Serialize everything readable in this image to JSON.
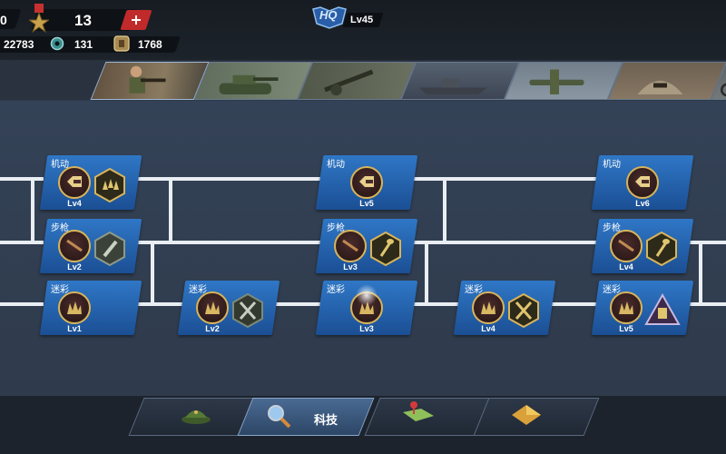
{
  "hud": {
    "left_edge_value": "0",
    "medal_value": "13",
    "resource_1": "22783",
    "resource_2": "131",
    "resource_3": "1768",
    "hq_label": "HQ",
    "hq_level": "Lv45"
  },
  "tabs": [
    {
      "name": "infantry",
      "icon": "soldier-icon"
    },
    {
      "name": "tank",
      "icon": "tank-icon"
    },
    {
      "name": "artillery",
      "icon": "artillery-icon"
    },
    {
      "name": "navy",
      "icon": "ship-icon"
    },
    {
      "name": "aircraft",
      "icon": "plane-icon"
    },
    {
      "name": "fortification",
      "icon": "bunker-icon"
    },
    {
      "name": "motorcycle",
      "icon": "motorcycle-icon"
    }
  ],
  "tree": {
    "col1": {
      "mobility": {
        "label": "机动",
        "level": "Lv4"
      },
      "rifle": {
        "label": "步枪",
        "level": "Lv2"
      },
      "camo": {
        "label": "迷彩",
        "level": "Lv1"
      }
    },
    "col2": {
      "camo": {
        "label": "迷彩",
        "level": "Lv2"
      }
    },
    "col3": {
      "mobility": {
        "label": "机动",
        "level": "Lv5"
      },
      "rifle": {
        "label": "步枪",
        "level": "Lv3"
      },
      "camo": {
        "label": "迷彩",
        "level": "Lv3"
      }
    },
    "col4": {
      "camo": {
        "label": "迷彩",
        "level": "Lv4"
      }
    },
    "col5": {
      "mobility": {
        "label": "机动",
        "level": "Lv6"
      },
      "rifle": {
        "label": "步枪",
        "level": "Lv4"
      },
      "camo": {
        "label": "迷彩",
        "level": "Lv5"
      }
    }
  },
  "nav": {
    "tech_label": "科技",
    "active_tab": "tech"
  },
  "colors": {
    "card_blue": "#2f77c6",
    "gold": "#d8b45a",
    "line": "#e9eef3"
  }
}
